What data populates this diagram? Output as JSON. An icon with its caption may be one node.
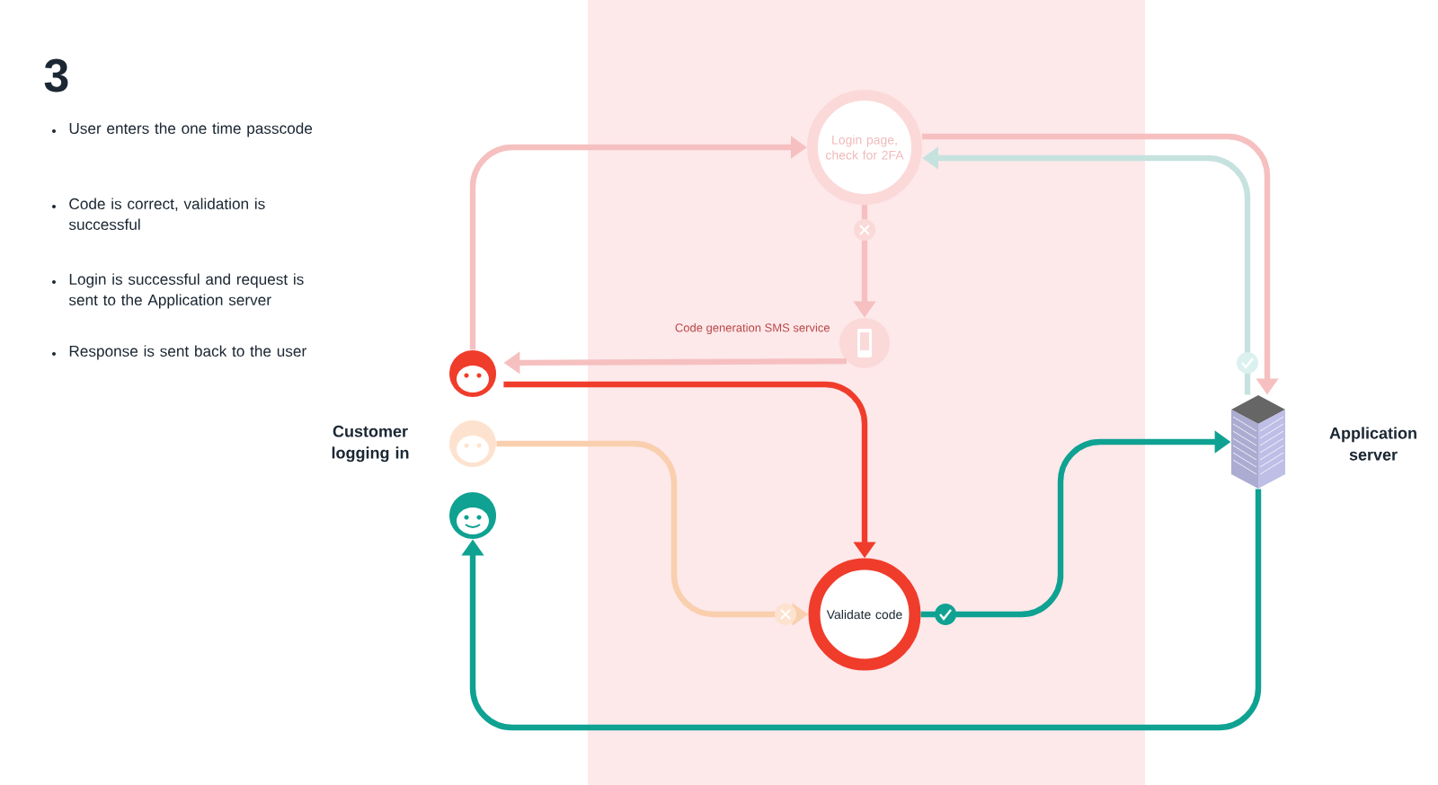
{
  "diagram": {
    "title": "3",
    "nodes": [
      {
        "text": [
          "Login page, check for 2FA"
        ]
      },
      {
        "text": [],
        "shape": "circle",
        "beside": [
          "Code generation SMS service"
        ]
      },
      {
        "text": [],
        "shape": "person"
      },
      {
        "text": [],
        "shape": "person"
      },
      {
        "text": [],
        "shape": "person"
      },
      {
        "text": [
          "Validate code"
        ]
      },
      {
        "text": [],
        "shape": "server",
        "beside": [
          "Application server"
        ]
      }
    ],
    "edges": [
      {
        "from": 2,
        "to": 0,
        "arrow": "to",
        "color": "#f6c0c0"
      },
      {
        "from": 0,
        "to": 6,
        "arrow": "to",
        "color": "#f6c0c0"
      },
      {
        "from": 6,
        "to": 0,
        "arrow": "to",
        "color": "#c6e2df"
      },
      {
        "from": 0,
        "to": 1,
        "arrow": "to",
        "color": "#f6c0c0"
      },
      {
        "from": 1,
        "to": 2,
        "arrow": "to",
        "color": "#f6c0c0"
      },
      {
        "from": 2,
        "to": 5,
        "arrow": "to",
        "color": "#f03c2b"
      },
      {
        "from": 3,
        "to": 5,
        "arrow": "to",
        "color": "#f9cfae"
      },
      {
        "from": 5,
        "to": 6,
        "arrow": "to",
        "color": "#0fa292"
      },
      {
        "from": 6,
        "to": 4,
        "arrow": "to",
        "color": "#0fa292"
      }
    ],
    "labels": [
      "User enters the one time passcode",
      "Code is correct, validation is successful",
      "Login is successful and request is sent to the Application server",
      "Response is sent back to the user",
      "Customer logging in"
    ]
  }
}
